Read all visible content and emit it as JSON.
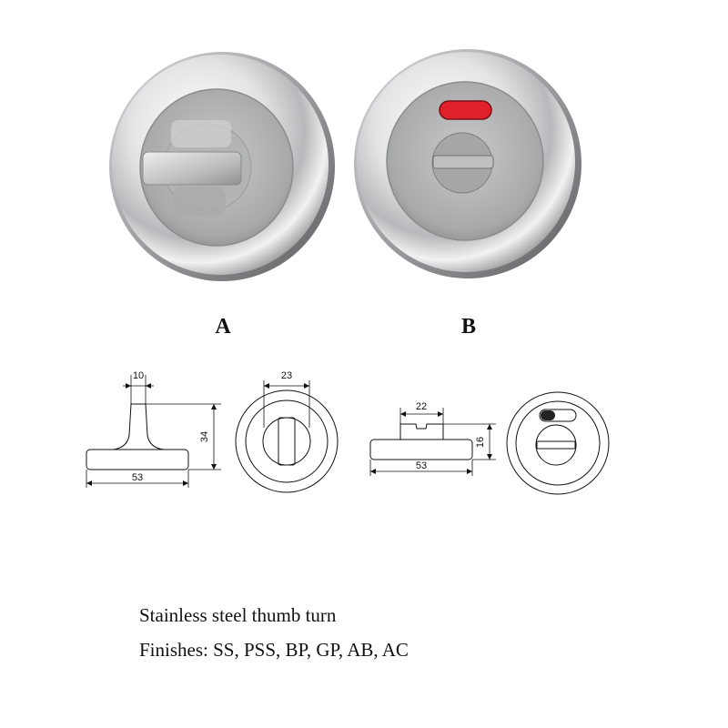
{
  "products": {
    "a": {
      "label": "A"
    },
    "b": {
      "label": "B"
    }
  },
  "dimensions": {
    "a_side": {
      "top_width": "10",
      "height": "34",
      "base_width": "53"
    },
    "a_front": {
      "knob_width": "23"
    },
    "b_side": {
      "top_width": "22",
      "height": "16",
      "base_width": "53"
    }
  },
  "caption": {
    "line1": "Stainless steel thumb turn",
    "line2": "Finishes: SS, PSS, BP, GP, AB, AC"
  },
  "colors": {
    "indicator_red": "#e0202a",
    "indicator_dark": "#222222"
  }
}
